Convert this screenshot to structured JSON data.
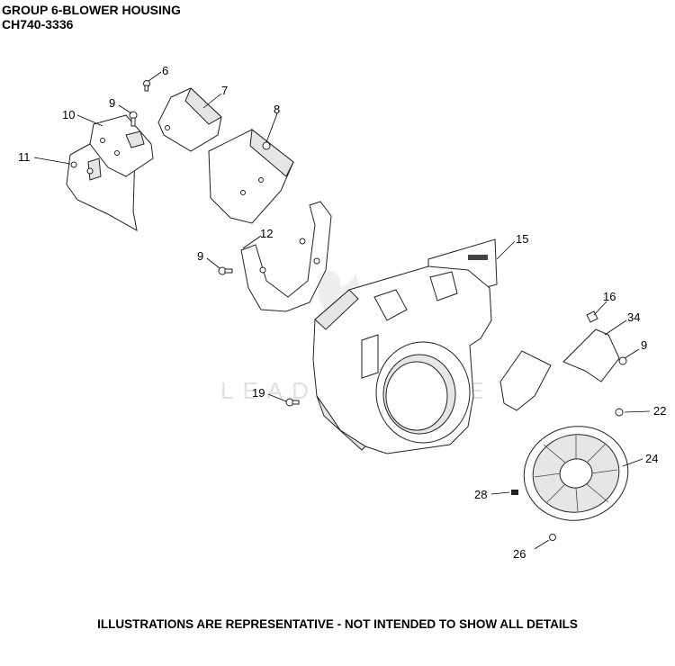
{
  "header": {
    "title_line1": "GROUP 6-BLOWER HOUSING",
    "title_line2": "CH740-3336"
  },
  "footer": {
    "disclaimer": "ILLUSTRATIONS ARE REPRESENTATIVE - NOT INTENDED TO SHOW ALL DETAILS"
  },
  "watermark": {
    "text": "LEADVENTURE"
  },
  "callouts": {
    "c6": "6",
    "c7": "7",
    "c8": "8",
    "c9a": "9",
    "c10": "10",
    "c11": "11",
    "c12": "12",
    "c9b": "9",
    "c15": "15",
    "c16": "16",
    "c34": "34",
    "c9c": "9",
    "c19": "19",
    "c22": "22",
    "c24": "24",
    "c28": "28",
    "c26": "26"
  }
}
